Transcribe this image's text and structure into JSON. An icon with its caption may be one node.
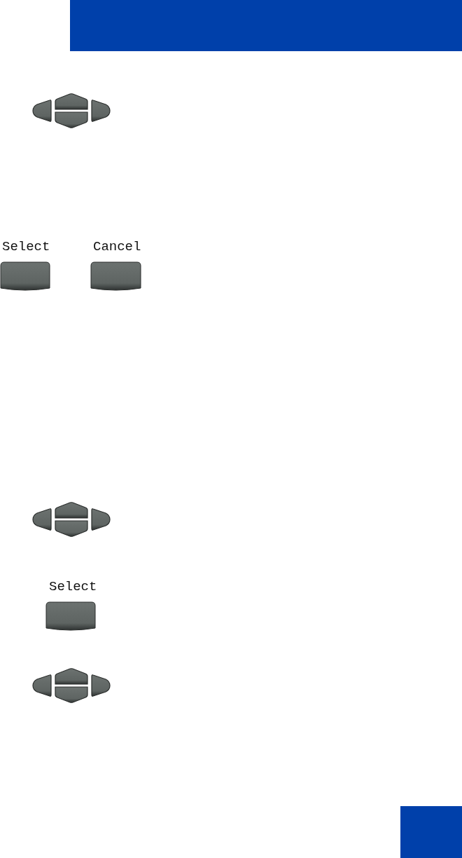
{
  "diagram": {
    "labels": [
      "Select",
      "Cancel",
      "Select"
    ]
  }
}
